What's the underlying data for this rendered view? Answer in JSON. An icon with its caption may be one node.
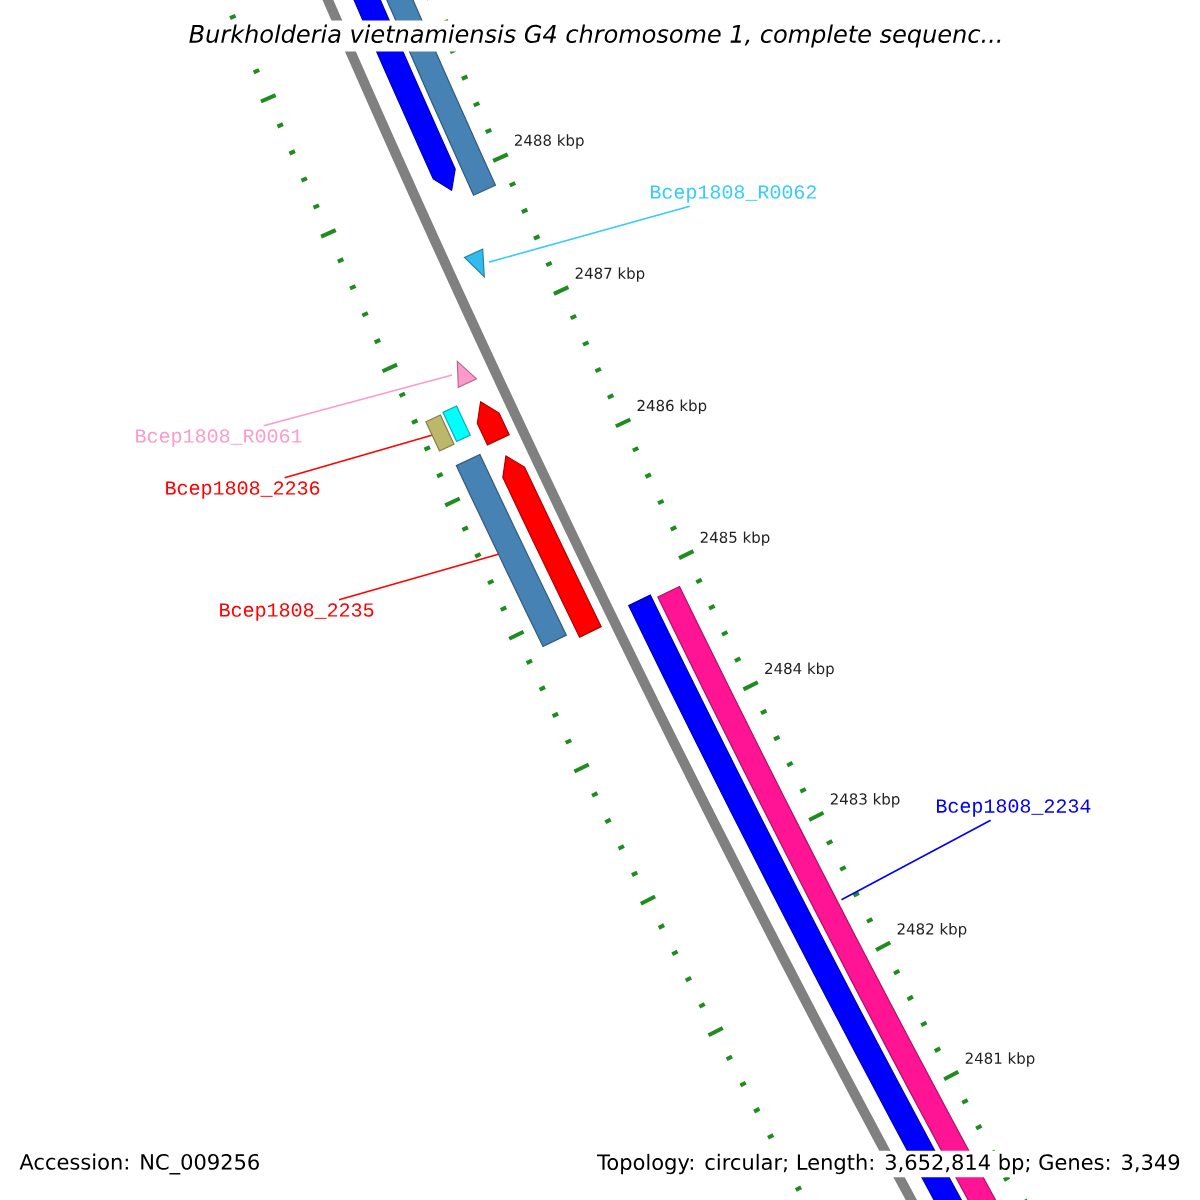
{
  "diagram": {
    "title": "Burkholderia vietnamiensis G4 chromosome 1, complete sequenc...",
    "nodes": [
      {
        "text": [
          "Bcep1808_R0062"
        ]
      },
      {
        "text": [],
        "shape": "triangle"
      },
      {
        "text": [
          "Bcep1808_R0061"
        ]
      },
      {
        "text": [],
        "shape": "triangle"
      },
      {
        "text": [
          "Bcep1808_2236"
        ]
      },
      {
        "text": [],
        "shape": "box"
      },
      {
        "text": [
          "Bcep1808_2235"
        ]
      },
      {
        "text": [],
        "shape": "bar"
      },
      {
        "text": [
          "Bcep1808_2234"
        ]
      },
      {
        "text": [],
        "shape": "bar"
      }
    ],
    "edges": [
      {
        "from": 0,
        "to": 1,
        "arrow": "none",
        "color": "#33ccff"
      },
      {
        "from": 2,
        "to": 3,
        "arrow": "none",
        "color": "#ff99cc"
      },
      {
        "from": 4,
        "to": 5,
        "arrow": "none",
        "color": "#ff0000"
      },
      {
        "from": 6,
        "to": 7,
        "arrow": "none",
        "color": "#ff0000"
      },
      {
        "from": 8,
        "to": 9,
        "arrow": "none",
        "color": "#0000ff"
      }
    ],
    "labels": [
      "2488 kbp",
      "2487 kbp",
      "2486 kbp",
      "2485 kbp",
      "2484 kbp",
      "2483 kbp",
      "2482 kbp",
      "2481 kbp",
      "Accession: NC_009256",
      "Topology: circular; Length: 3,652,814 bp; Genes: 3,349"
    ]
  }
}
